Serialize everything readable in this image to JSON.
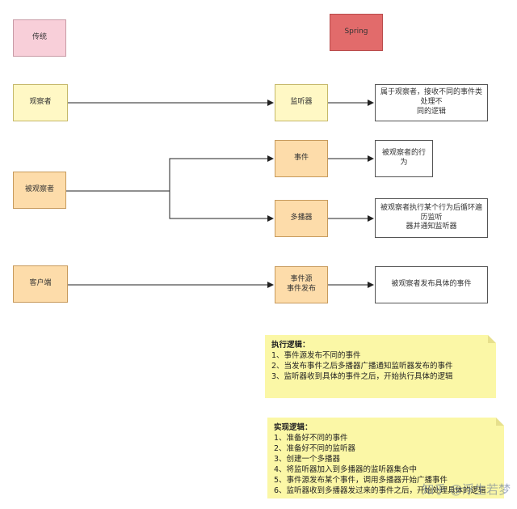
{
  "legend": {
    "traditional": "传统",
    "spring": "Spring"
  },
  "traditional": {
    "observer": "观察者",
    "observed": "被观察者",
    "client": "客户端"
  },
  "spring": {
    "listener": "监听器",
    "event": "事件",
    "multicaster": "多播器",
    "event_source_line1": "事件源",
    "event_source_line2": "事件发布"
  },
  "descriptions": {
    "listener_line1": "属于观察者，接收不同的事件类处理不",
    "listener_line2": "同的逻辑",
    "event": "被观察者的行为",
    "multicaster_line1": "被观察者执行某个行为后循环遍历监听",
    "multicaster_line2": "器并通知监听器",
    "event_source": "被观察者发布具体的事件"
  },
  "execution_note": {
    "title": "执行逻辑：",
    "lines": [
      "1、事件源发布不同的事件",
      "2、当发布事件之后多播器广播通知监听器发布的事件",
      "3、监听器收到具体的事件之后，开始执行具体的逻辑"
    ]
  },
  "implementation_note": {
    "title": "实现逻辑：",
    "lines": [
      "1、准备好不同的事件",
      "2、准备好不同的监听器",
      "3、创建一个多播器",
      "4、将监听器加入到多播器的监听器集合中",
      "5、事件源发布某个事件，调用多播器开始广播事件",
      "6、监听器收到多播器发过来的事件之后，开始处理具体的逻辑"
    ]
  },
  "watermark": "知乎 @浮生若梦"
}
